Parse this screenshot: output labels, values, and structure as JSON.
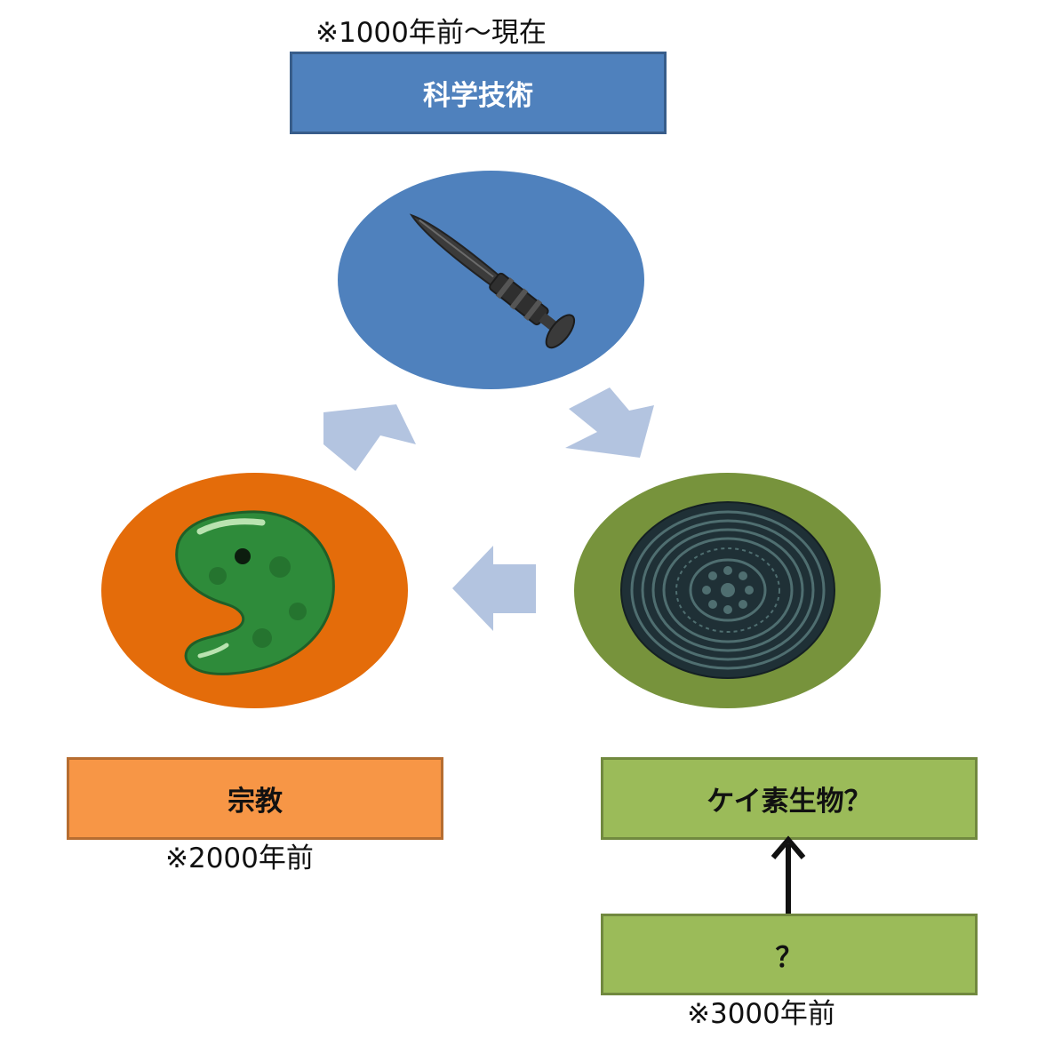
{
  "top": {
    "note": "※1000年前～現在",
    "label": "科学技術",
    "circle_color": "#4f81bd",
    "icon": "bronze-dagger-icon"
  },
  "left": {
    "label": "宗教",
    "note": "※2000年前",
    "circle_color": "#e46c0a",
    "icon": "magatama-icon"
  },
  "right": {
    "label": "ケイ素生物？",
    "circle_color": "#77933c",
    "icon": "bronze-mirror-icon"
  },
  "bottom": {
    "label": "？",
    "note": "※3000年前"
  },
  "arrow_color": "#b3c4e0"
}
